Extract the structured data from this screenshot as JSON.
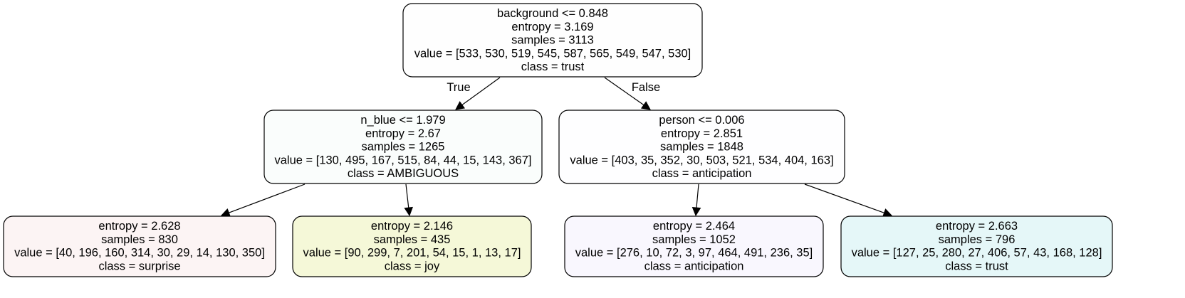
{
  "tree": {
    "nodes": [
      {
        "id": "root",
        "fill": "#fefefe",
        "lines": [
          "background <= 0.848",
          "entropy = 3.169",
          "samples = 3113",
          "value = [533, 530, 519, 545, 587, 565, 549, 547, 530]",
          "class = trust"
        ]
      },
      {
        "id": "left",
        "fill": "#fafdfc",
        "lines": [
          "n_blue <= 1.979",
          "entropy = 2.67",
          "samples = 1265",
          "value = [130, 495, 167, 515, 84, 44, 15, 143, 367]",
          "class = AMBIGUOUS"
        ]
      },
      {
        "id": "right",
        "fill": "#fefeff",
        "lines": [
          "person <= 0.006",
          "entropy = 2.851",
          "samples = 1848",
          "value = [403, 35, 352, 30, 503, 521, 534, 404, 163]",
          "class = anticipation"
        ]
      },
      {
        "id": "leaf-left-left",
        "fill": "#fcf4f4",
        "lines": [
          "entropy = 2.628",
          "samples = 830",
          "value = [40, 196, 160, 314, 30, 29, 14, 130, 350]",
          "class = surprise"
        ]
      },
      {
        "id": "leaf-left-right",
        "fill": "#f5f8d8",
        "lines": [
          "entropy = 2.146",
          "samples = 435",
          "value = [90, 299, 7, 201, 54, 15, 1, 13, 17]",
          "class = joy"
        ]
      },
      {
        "id": "leaf-right-left",
        "fill": "#f9f7fe",
        "lines": [
          "entropy = 2.464",
          "samples = 1052",
          "value = [276, 10, 72, 3, 97, 464, 491, 236, 35]",
          "class = anticipation"
        ]
      },
      {
        "id": "leaf-right-right",
        "fill": "#e5f7f8",
        "lines": [
          "entropy = 2.663",
          "samples = 796",
          "value = [127, 25, 280, 27, 406, 57, 43, 168, 128]",
          "class = trust"
        ]
      }
    ],
    "edges": [
      {
        "from": "root",
        "to": "left",
        "label": "True"
      },
      {
        "from": "root",
        "to": "right",
        "label": "False"
      },
      {
        "from": "left",
        "to": "leaf-left-left",
        "label": ""
      },
      {
        "from": "left",
        "to": "leaf-left-right",
        "label": ""
      },
      {
        "from": "right",
        "to": "leaf-right-left",
        "label": ""
      },
      {
        "from": "right",
        "to": "leaf-right-right",
        "label": ""
      }
    ]
  }
}
